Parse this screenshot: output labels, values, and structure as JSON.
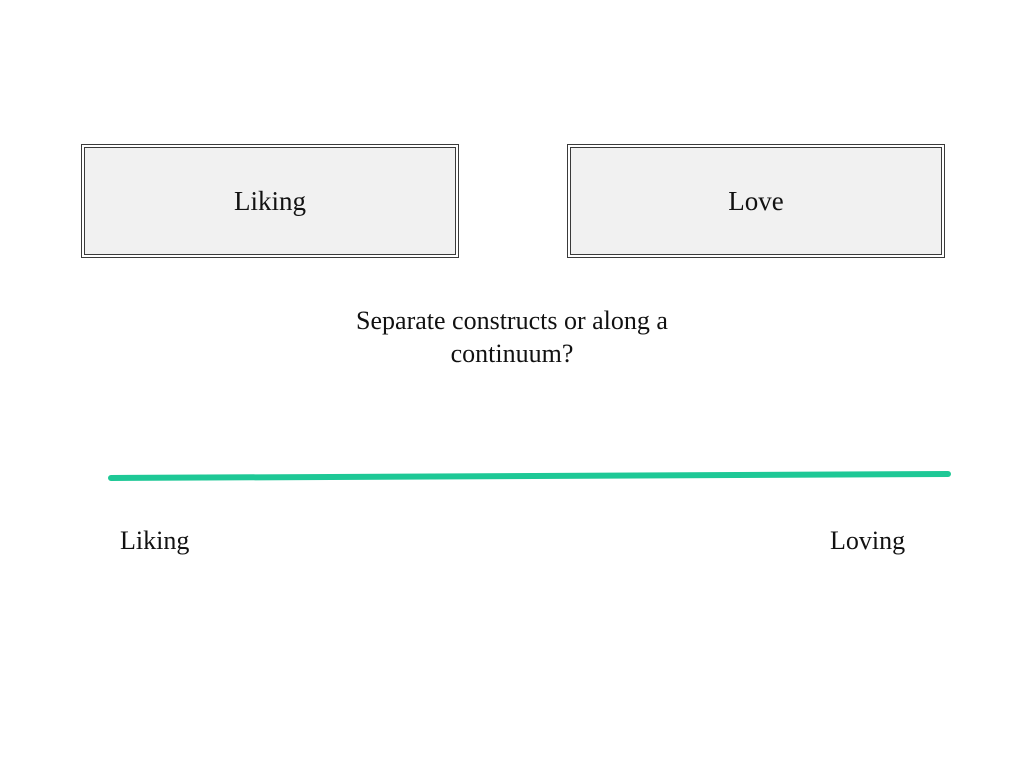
{
  "boxes": {
    "left_label": "Liking",
    "right_label": "Love"
  },
  "question": "Separate constructs or along a continuum?",
  "continuum": {
    "left_label": "Liking",
    "right_label": "Loving",
    "line_color": "#1ec896"
  }
}
